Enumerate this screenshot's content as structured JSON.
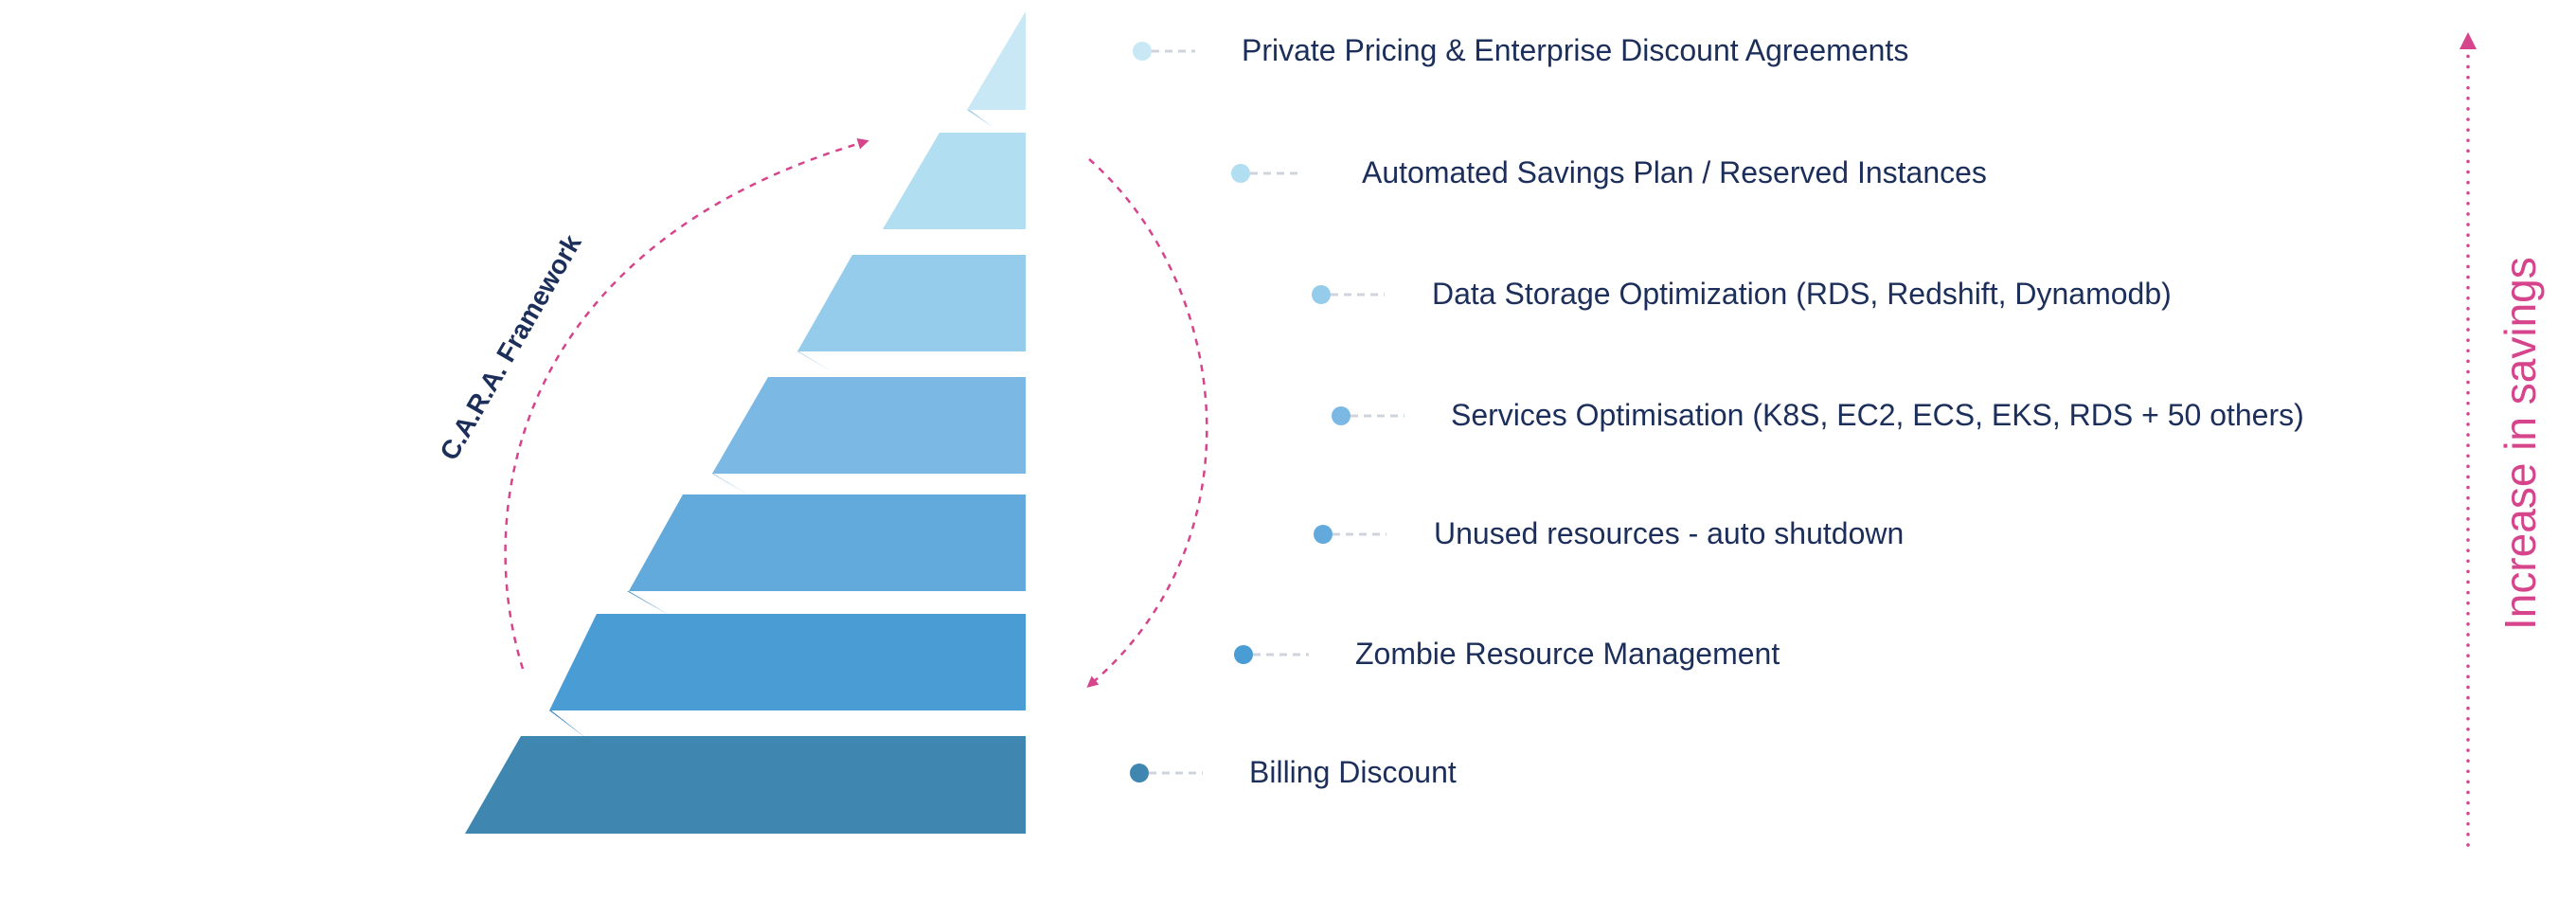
{
  "diagram": {
    "framework_label": "C.A.R.A. Framework",
    "savings_label": "Increase in savings",
    "accent_color": "#d6448c",
    "text_color": "#1c2e5a",
    "connector_color": "#cfd4dc",
    "tiers": [
      {
        "label": "Private Pricing & Enterprise Discount Agreements",
        "color": "#c9e8f6",
        "fold": "#a6cfe6"
      },
      {
        "label": "Automated Savings Plan / Reserved Instances",
        "color": "#b2def2",
        "fold": "#8ec3e0"
      },
      {
        "label": "Data Storage Optimization (RDS, Redshift, Dynamodb)",
        "color": "#96cceb",
        "fold": "#74b0d8"
      },
      {
        "label": "Services Optimisation (K8S, EC2, ECS, EKS, RDS + 50 others)",
        "color": "#7bb9e4",
        "fold": "#5a9dcf"
      },
      {
        "label": "Unused resources - auto shutdown",
        "color": "#62a9dc",
        "fold": "#438dc6"
      },
      {
        "label": "Zombie Resource Management",
        "color": "#4a9cd5",
        "fold": "#347fb8"
      },
      {
        "label": "Billing Discount",
        "color": "#3f86b1",
        "fold": "#326f96"
      }
    ]
  }
}
